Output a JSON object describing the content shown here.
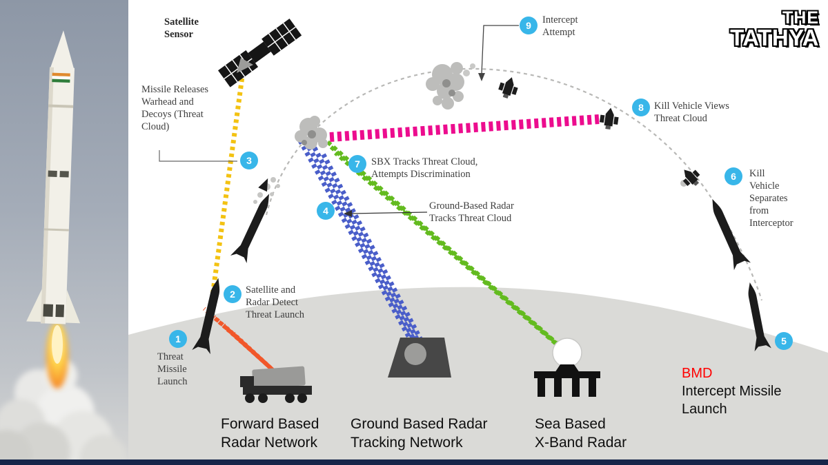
{
  "brand": {
    "line1": "THE",
    "line2": "TATHYA"
  },
  "satellite": {
    "label": "Satellite\nSensor"
  },
  "steps": [
    {
      "num": "1",
      "label": "Threat\nMissile\nLaunch"
    },
    {
      "num": "2",
      "label": "Satellite and\nRadar Detect\nThreat Launch"
    },
    {
      "num": "3",
      "label": "Missile Releases\nWarhead and\nDecoys (Threat\nCloud)"
    },
    {
      "num": "4",
      "label": "Ground-Based Radar\nTracks Threat Cloud"
    },
    {
      "num": "5",
      "prefix": "BMD",
      "label": "Intercept Missile\nLaunch"
    },
    {
      "num": "6",
      "label": "Kill\nVehicle\nSeparates\nfrom\nInterceptor"
    },
    {
      "num": "7",
      "label": "SBX Tracks Threat Cloud,\nAttempts Discrimination"
    },
    {
      "num": "8",
      "label": "Kill Vehicle Views\nThreat Cloud"
    },
    {
      "num": "9",
      "label": "Intercept\nAttempt"
    }
  ],
  "stations": [
    {
      "label": "Forward Based\nRadar Network"
    },
    {
      "label": "Ground Based Radar\nTracking Network"
    },
    {
      "label": "Sea Based\nX-Band Radar"
    }
  ],
  "colors": {
    "badge": "#38b6e9",
    "beam_satellite": "#f3c212",
    "beam_forward_radar": "#f1572a",
    "beam_ground_radar": "#4a5ec9",
    "beam_sea_radar": "#63bb1f",
    "beam_kill_vehicle": "#ec0c8e",
    "bmd_red": "#ff0000"
  }
}
